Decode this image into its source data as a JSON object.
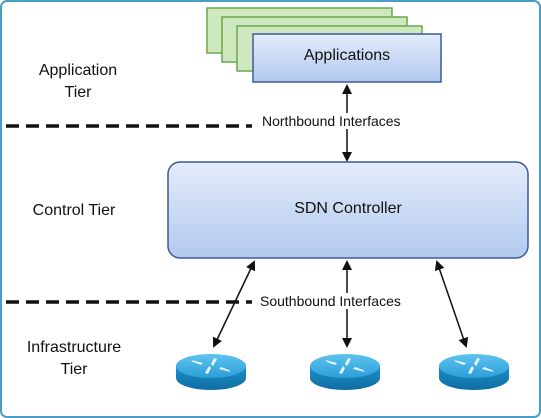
{
  "tiers": {
    "application": "Application\nTier",
    "control": "Control Tier",
    "infrastructure": "Infrastructure\nTier"
  },
  "interfaces": {
    "northbound": "Northbound Interfaces",
    "southbound": "Southbound Interfaces"
  },
  "boxes": {
    "applications": "Applications",
    "controller": "SDN Controller"
  },
  "colors": {
    "app_stack_back": "#c6e3b4",
    "app_stack_border_back": "#6aa84f",
    "app_front_fill": "#c9daf8",
    "app_front_border": "#3d5a9c",
    "controller_fill": "#c9daf8",
    "controller_border": "#3d5a9c",
    "router": "#29a3e0",
    "frame_border": "#4a9ec3"
  },
  "icons": [
    "router-icon",
    "router-icon",
    "router-icon"
  ]
}
